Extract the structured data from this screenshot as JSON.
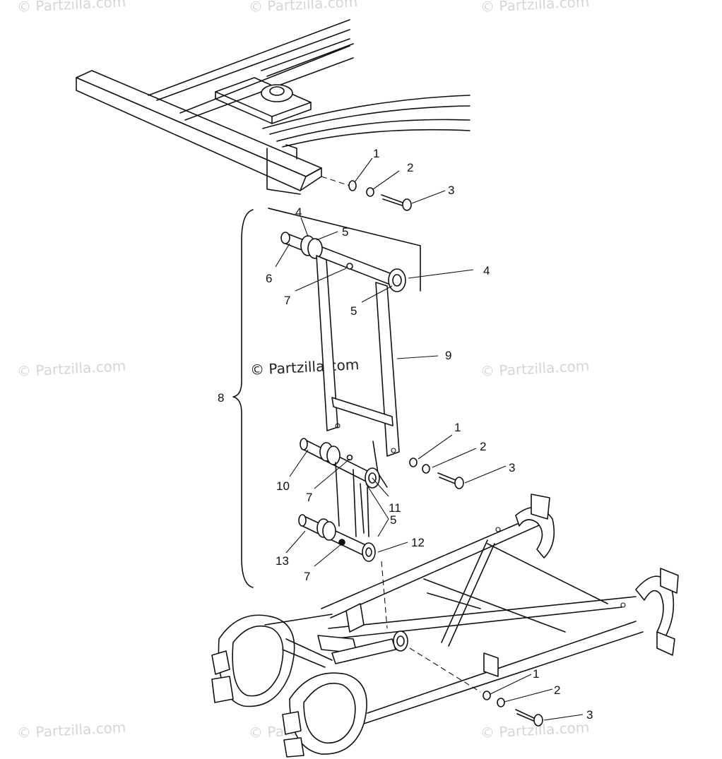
{
  "watermark": "© Partzilla.com",
  "callouts": {
    "c1a": "1",
    "c2a": "2",
    "c3a": "3",
    "c4a": "4",
    "c5a": "5",
    "c6": "6",
    "c7a": "7",
    "c4b": "4",
    "c5b": "5",
    "c9": "9",
    "c8": "8",
    "c1b": "1",
    "c2b": "2",
    "c3b": "3",
    "c10": "10",
    "c7b": "7",
    "c11": "11",
    "c5c": "5",
    "c12": "12",
    "c13": "13",
    "c7c": "7",
    "c1c": "1",
    "c2c": "2",
    "c3c": "3"
  }
}
